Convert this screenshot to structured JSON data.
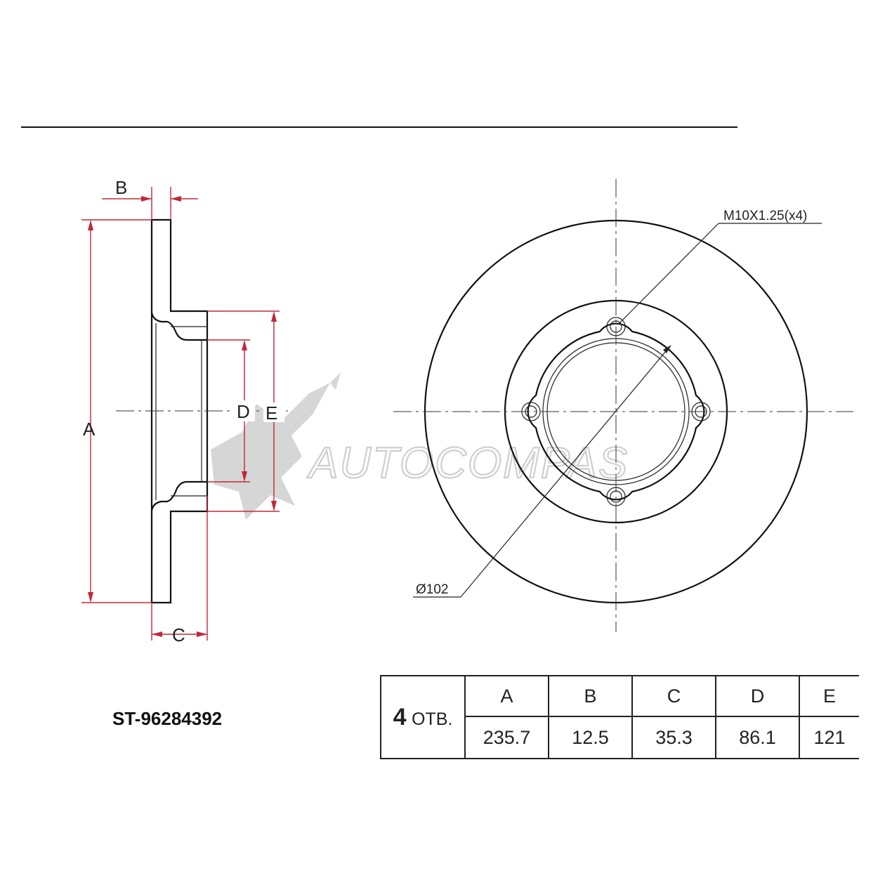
{
  "dimension_labels": {
    "a": "A",
    "b": "B",
    "c": "C",
    "d": "D",
    "e": "E"
  },
  "callouts": {
    "thread": "M10X1.25(x4)",
    "pcd": "Ø102"
  },
  "watermark": {
    "text": "AUTOCOMPAS"
  },
  "part_number": "ST-96284392",
  "spec_table": {
    "holes_number": "4",
    "holes_unit": "ОТВ.",
    "headers": [
      "A",
      "B",
      "C",
      "D",
      "E"
    ],
    "values": [
      "235.7",
      "12.5",
      "35.3",
      "86.1",
      "121"
    ]
  },
  "colors": {
    "dimension_lines": "#c0283a",
    "outline": "#111111",
    "watermark": "#d0d0d0"
  }
}
